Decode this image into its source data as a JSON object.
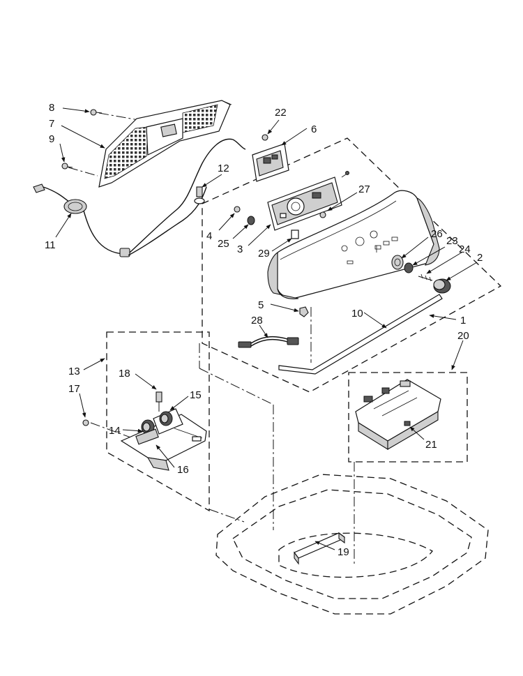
{
  "callouts": [
    {
      "id": "c1",
      "text": "1"
    },
    {
      "id": "c2",
      "text": "2"
    },
    {
      "id": "c3",
      "text": "3"
    },
    {
      "id": "c4",
      "text": "4"
    },
    {
      "id": "c5",
      "text": "5"
    },
    {
      "id": "c6",
      "text": "6"
    },
    {
      "id": "c7",
      "text": "7"
    },
    {
      "id": "c8",
      "text": "8"
    },
    {
      "id": "c9",
      "text": "9"
    },
    {
      "id": "c10",
      "text": "10"
    },
    {
      "id": "c11",
      "text": "11"
    },
    {
      "id": "c12",
      "text": "12"
    },
    {
      "id": "c13",
      "text": "13"
    },
    {
      "id": "c14",
      "text": "14"
    },
    {
      "id": "c15",
      "text": "15"
    },
    {
      "id": "c16",
      "text": "16"
    },
    {
      "id": "c17",
      "text": "17"
    },
    {
      "id": "c18",
      "text": "18"
    },
    {
      "id": "c19",
      "text": "19"
    },
    {
      "id": "c20",
      "text": "20"
    },
    {
      "id": "c21",
      "text": "21"
    },
    {
      "id": "c22",
      "text": "22"
    },
    {
      "id": "c23",
      "text": "23"
    },
    {
      "id": "c24",
      "text": "24"
    },
    {
      "id": "c25",
      "text": "25"
    },
    {
      "id": "c26",
      "text": "26"
    },
    {
      "id": "c27",
      "text": "27"
    },
    {
      "id": "c28",
      "text": "28"
    },
    {
      "id": "c29",
      "text": "29"
    }
  ],
  "colors": {
    "line": "#111111",
    "background": "#ffffff",
    "shade": "#cfcfcf"
  }
}
